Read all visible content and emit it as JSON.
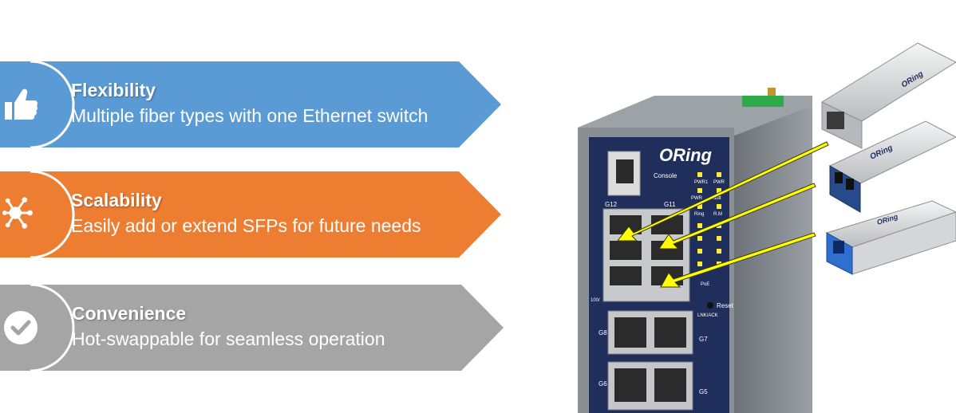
{
  "colors": {
    "flexibility": "#5b9bd5",
    "scalability": "#ed7d31",
    "convenience": "#a5a5a5",
    "pointer_arrow": "#ffff00",
    "switch_body": "#8e9398",
    "switch_panel": "#1f2e5a"
  },
  "banners": [
    {
      "title": "Flexibility",
      "description": "Multiple fiber types with one Ethernet switch",
      "icon": "thumbs-up-icon"
    },
    {
      "title": "Scalability",
      "description": "Easily add or extend SFPs for future needs",
      "icon": "network-hub-icon"
    },
    {
      "title": "Convenience",
      "description": "Hot-swappable for seamless operation",
      "icon": "check-circle-icon"
    }
  ],
  "switch": {
    "brand": "ORing",
    "console_label": "Console",
    "port_g12": "G12",
    "port_g11": "G11",
    "port_g8": "G8",
    "port_g7": "G7",
    "port_g6": "G6",
    "port_g5": "G5",
    "led_pwr1": "PWR1",
    "led_pwr": "PWR",
    "led_pwr2": "PWR",
    "led_fault": "ault",
    "led_ring": "Ring",
    "led_rm": "R.M",
    "led_poe": "PoE",
    "reset_label": "Reset",
    "lnk_label": "LNK/ACK",
    "speed_label": "100/"
  },
  "sfp_modules": [
    {
      "brand": "ORing",
      "type": "copper"
    },
    {
      "brand": "ORing",
      "type": "duplex-lc"
    },
    {
      "brand": "ORing",
      "type": "bidi-sc"
    }
  ]
}
